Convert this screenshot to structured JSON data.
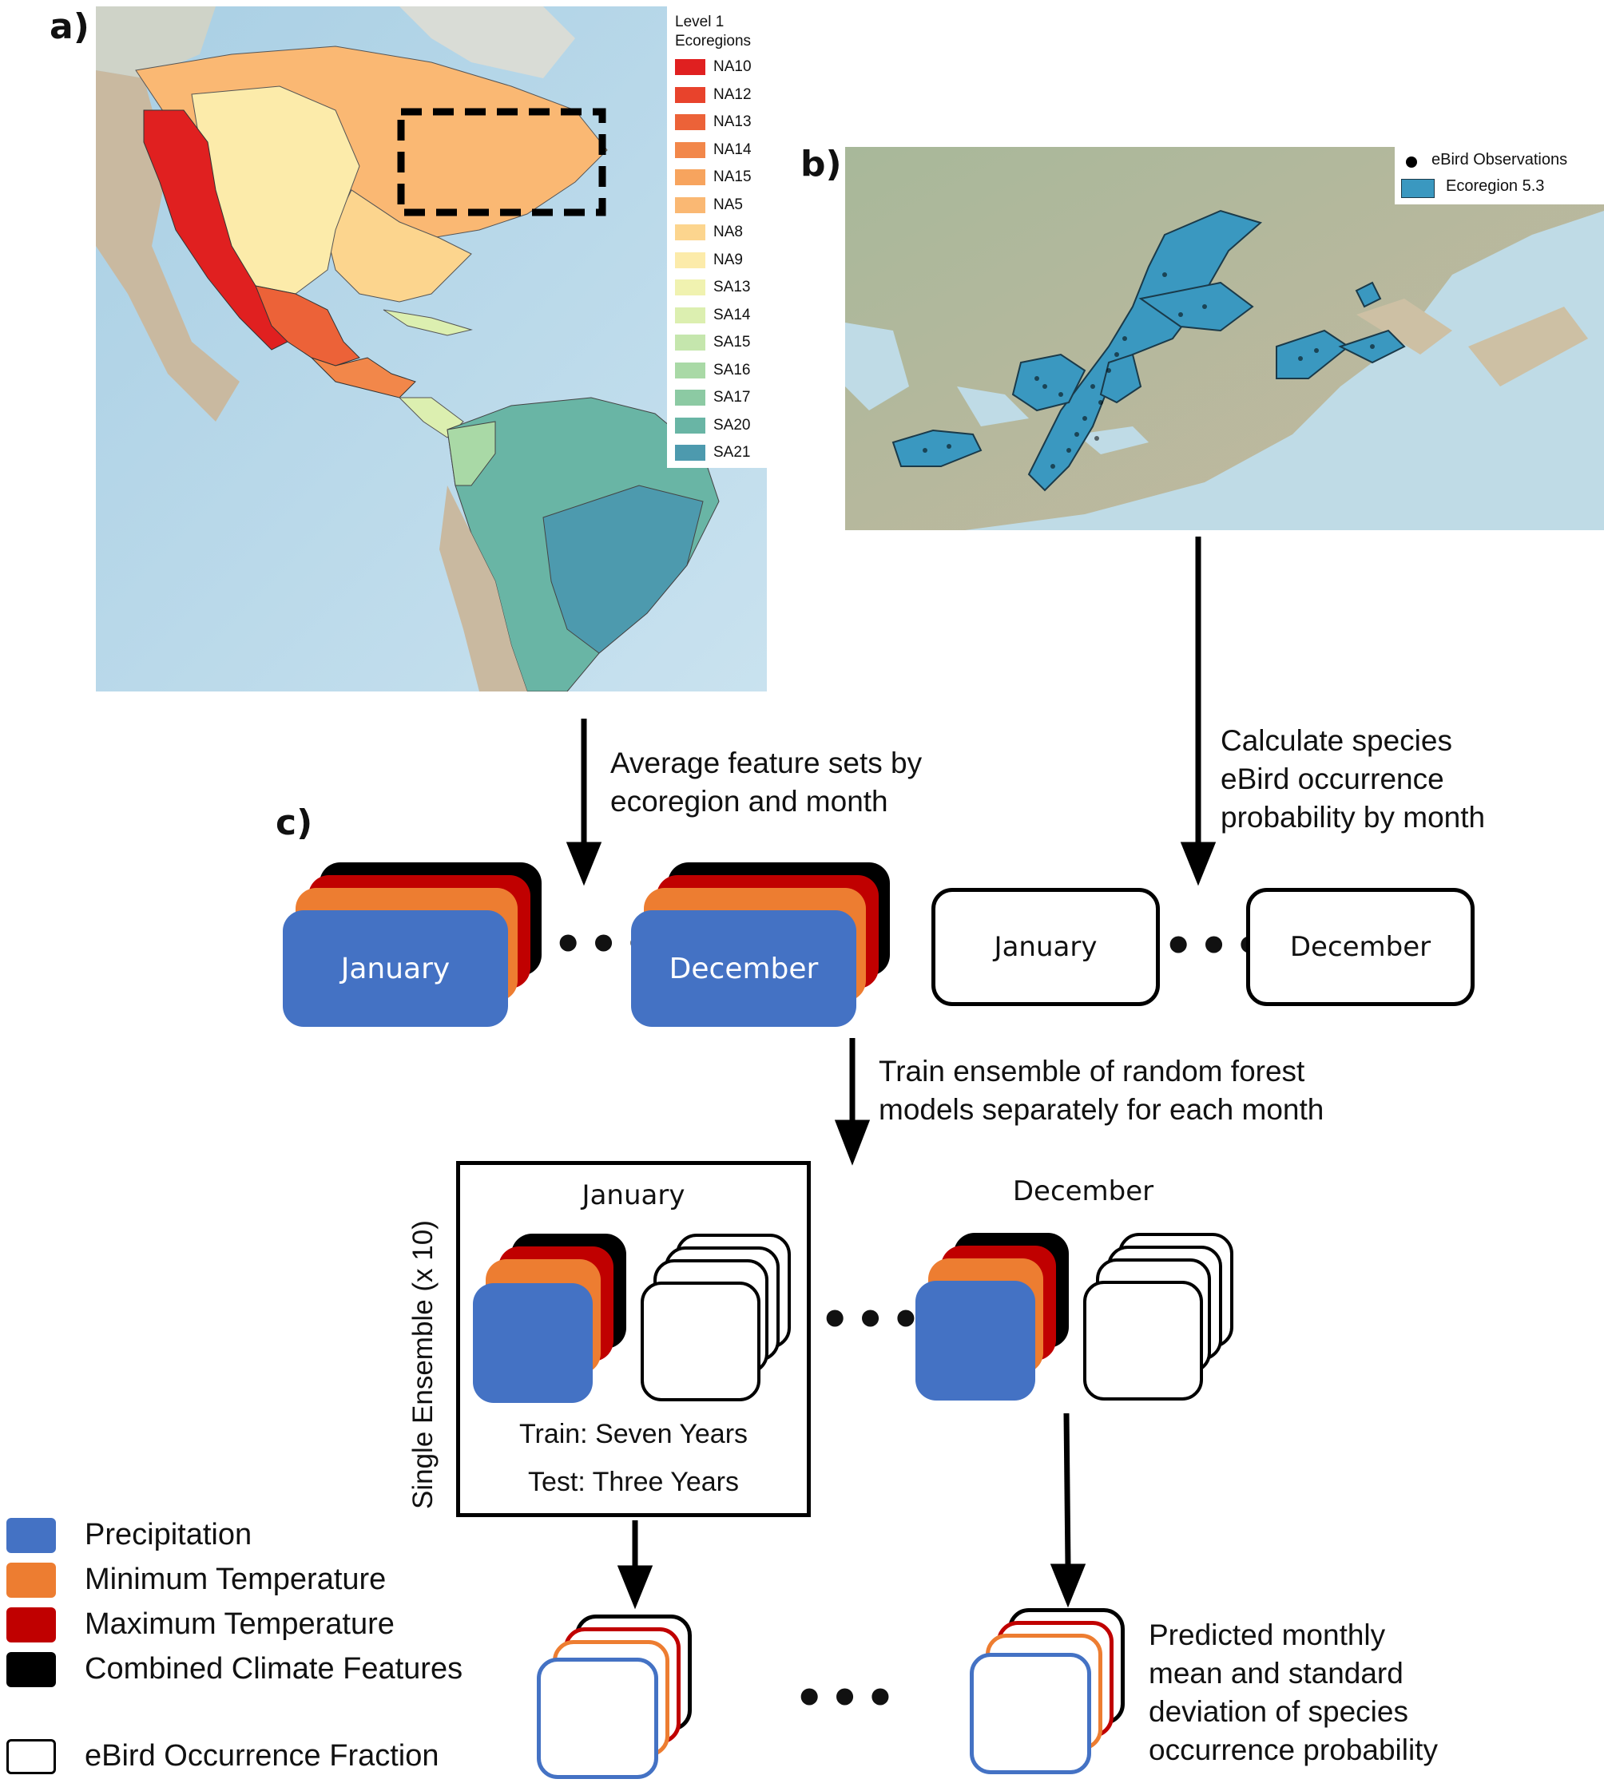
{
  "panels": {
    "a": "a)",
    "b": "b)",
    "c": "c)"
  },
  "map_a": {
    "legend_title_1": "Level 1",
    "legend_title_2": "Ecoregions",
    "ecoregions": [
      {
        "name": "NA10",
        "color": "#e02020"
      },
      {
        "name": "NA12",
        "color": "#e8432c"
      },
      {
        "name": "NA13",
        "color": "#ec6238"
      },
      {
        "name": "NA14",
        "color": "#f2874a"
      },
      {
        "name": "NA15",
        "color": "#f7a45e"
      },
      {
        "name": "NA5",
        "color": "#fab873"
      },
      {
        "name": "NA8",
        "color": "#fcd58e"
      },
      {
        "name": "NA9",
        "color": "#fcebaa"
      },
      {
        "name": "SA13",
        "color": "#f0f2b0"
      },
      {
        "name": "SA14",
        "color": "#dcefb0"
      },
      {
        "name": "SA15",
        "color": "#c5e6ad"
      },
      {
        "name": "SA16",
        "color": "#a9d9a6"
      },
      {
        "name": "SA17",
        "color": "#8ccaa3"
      },
      {
        "name": "SA20",
        "color": "#69b5a5"
      },
      {
        "name": "SA21",
        "color": "#4d9aae"
      }
    ]
  },
  "map_b": {
    "legend_obs": "eBird Observations",
    "legend_eco": "Ecoregion 5.3",
    "eco_color": "#3a98c0"
  },
  "steps": {
    "average": [
      "Average feature sets by",
      "ecoregion and month"
    ],
    "calculate": [
      "Calculate species",
      "eBird occurrence",
      "probability by month"
    ],
    "train": [
      "Train ensemble of random forest",
      "models separately for each month"
    ],
    "predicted": [
      "Predicted monthly",
      "mean and standard",
      "deviation of species",
      "occurrence probability"
    ]
  },
  "months": {
    "first": "January",
    "last": "December"
  },
  "ensemble": {
    "side_label": "Single Ensemble (x 10)",
    "train": "Train: Seven Years",
    "test": "Test: Three Years"
  },
  "ellipsis": "•••",
  "legend": [
    {
      "label": "Precipitation",
      "color": "#4472c4"
    },
    {
      "label": "Minimum Temperature",
      "color": "#ed7d31"
    },
    {
      "label": "Maximum Temperature",
      "color": "#c00000"
    },
    {
      "label": "Combined Climate Features",
      "color": "#000000"
    },
    {
      "label": "eBird Occurrence Fraction",
      "color": "#ffffff"
    }
  ]
}
